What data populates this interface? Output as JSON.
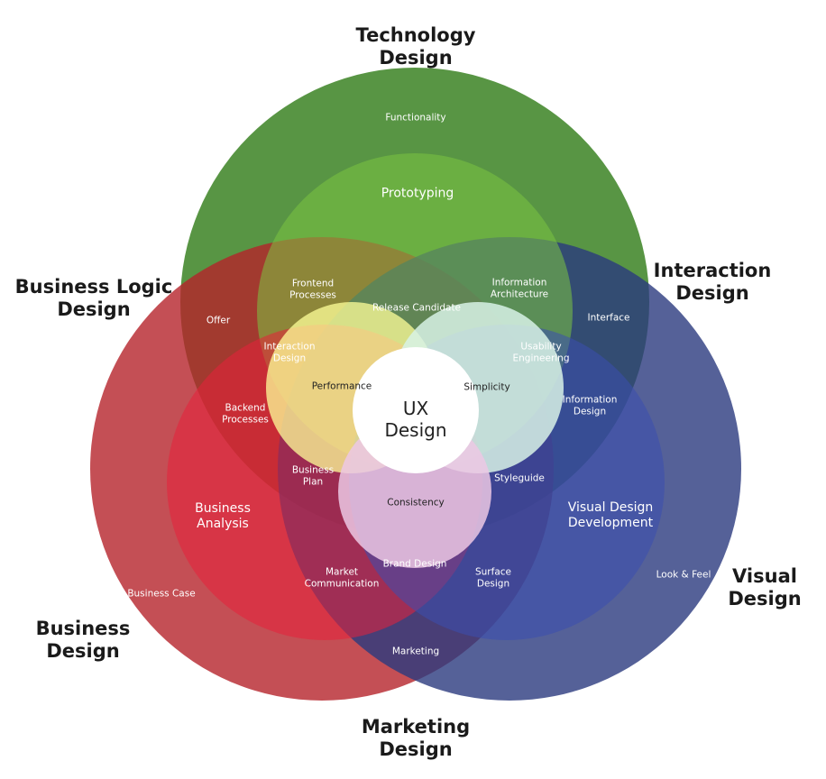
{
  "outer": {
    "technology": "Technology\nDesign",
    "interaction": "Interaction\nDesign",
    "business_logic": "Business Logic\nDesign",
    "business": "Business\nDesign",
    "marketing": "Marketing\nDesign",
    "visual": "Visual\nDesign"
  },
  "labels": {
    "functionality": "Functionality",
    "prototyping": "Prototyping",
    "frontend": "Frontend\nProcesses",
    "info_arch": "Information\nArchitecture",
    "offer": "Offer",
    "interface": "Interface",
    "release": "Release Candidate",
    "interaction_design": "Interaction\nDesign",
    "usability": "Usability\nEngineering",
    "performance": "Performance",
    "simplicity": "Simplicity",
    "ux": "UX\nDesign",
    "backend": "Backend\nProcesses",
    "info_design": "Information\nDesign",
    "business_plan": "Business\nPlan",
    "styleguide": "Styleguide",
    "consistency": "Consistency",
    "business_analysis": "Business\nAnalysis",
    "vdd": "Visual Design\nDevelopment",
    "market_comm": "Market\nCommunication",
    "brand": "Brand Design",
    "surface": "Surface\nDesign",
    "business_case": "Business Case",
    "look_feel": "Look & Feel",
    "marketing": "Marketing"
  },
  "colors": {
    "green": "#4f8f3a",
    "red": "#b5232a",
    "blue": "#2b3a7e"
  }
}
